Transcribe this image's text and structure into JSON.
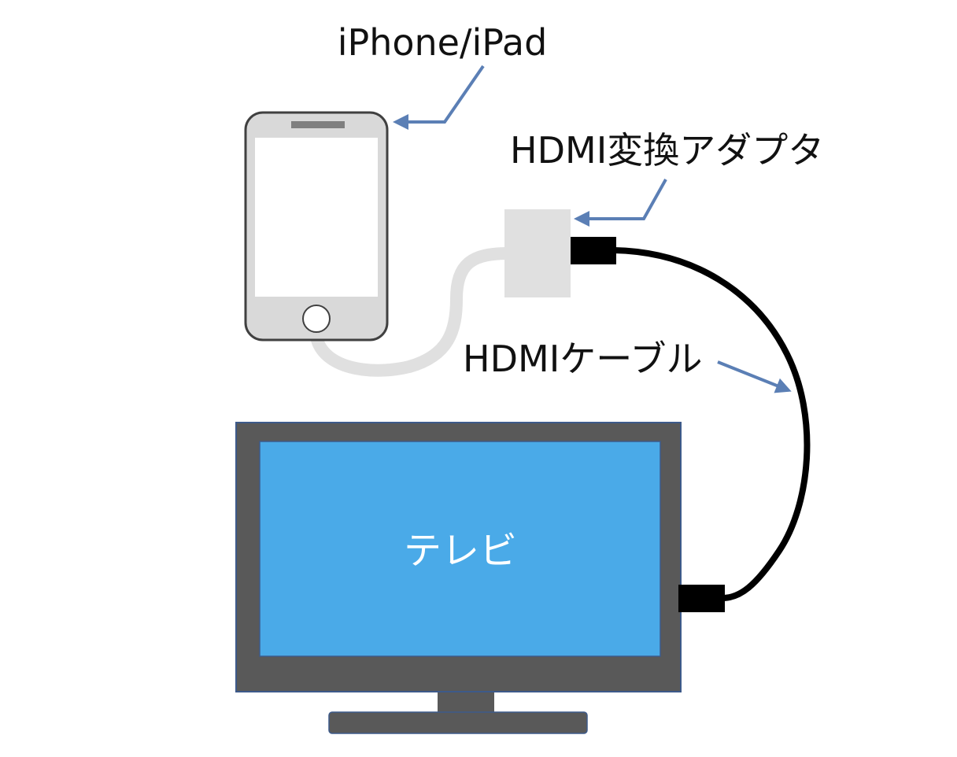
{
  "labels": {
    "phone": "iPhone/iPad",
    "adapter": "HDMI変換アダプタ",
    "cable": "HDMIケーブル",
    "tv": "テレビ"
  },
  "colors": {
    "arrow": "#5b7fb5",
    "tv_frame": "#595959",
    "tv_screen": "#4aaae8",
    "tv_border": "#3d5a8a",
    "phone_body": "#d9d9d9",
    "phone_outline": "#404040",
    "lightning_cable": "#e0e0e0",
    "adapter_body": "#e0e0e0",
    "hdmi_cable": "#000000"
  }
}
